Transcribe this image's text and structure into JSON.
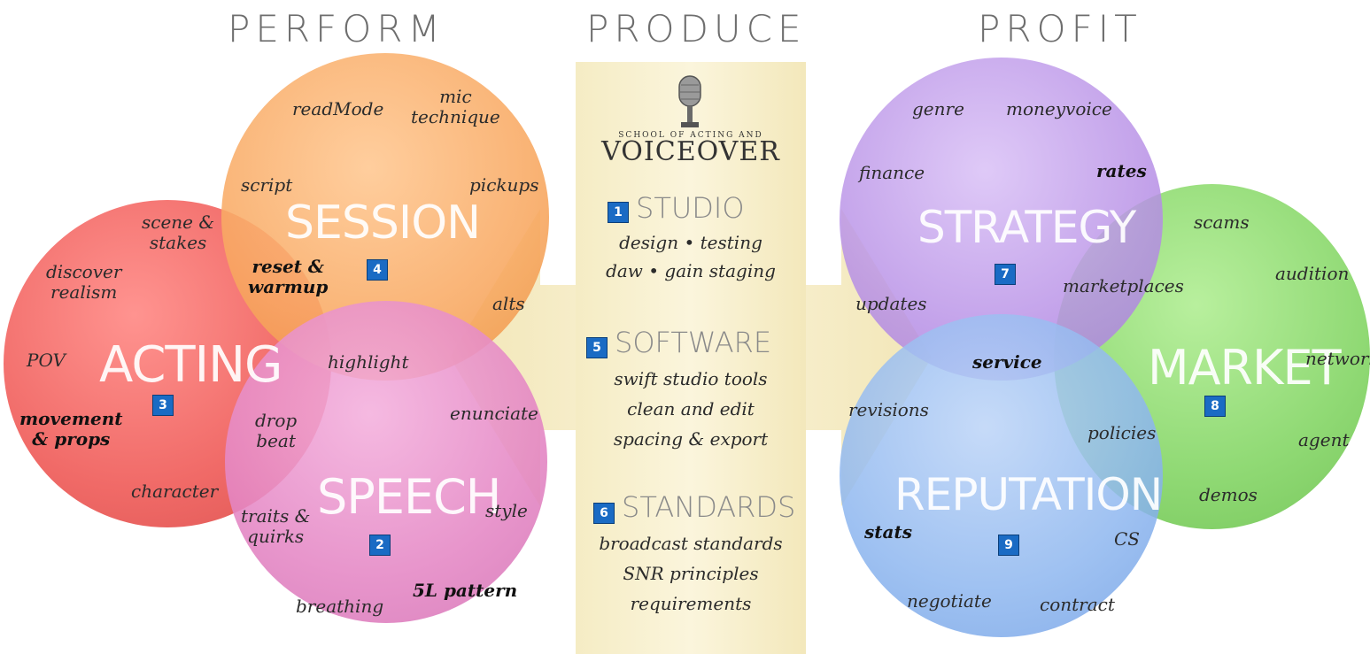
{
  "headers": {
    "perform": "PERFORM",
    "produce": "PRODUCE",
    "profit": "PROFIT"
  },
  "logo": {
    "small": "SCHOOL OF ACTING AND",
    "big": "VOICEOVER"
  },
  "circles": {
    "session": {
      "title": "SESSION",
      "number": "4",
      "color": "#f7a860"
    },
    "acting": {
      "title": "ACTING",
      "number": "3",
      "color": "#f0605d"
    },
    "speech": {
      "title": "SPEECH",
      "number": "2",
      "color": "#e487c4"
    },
    "strategy": {
      "title": "STRATEGY",
      "number": "7",
      "color": "#b891e6"
    },
    "market": {
      "title": "MARKET",
      "number": "8",
      "color": "#86d668"
    },
    "reputation": {
      "title": "REPUTATION",
      "number": "9",
      "color": "#8db6ef"
    }
  },
  "words": {
    "readmode": "readMode",
    "mic": "mic\ntechnique",
    "script": "script",
    "pickups": "pickups",
    "scene": "scene &\nstakes",
    "discover": "discover\nrealism",
    "reset": "reset &\nwarmup",
    "alts": "alts",
    "pov": "POV",
    "movement": "movement\n& props",
    "character": "character",
    "highlight": "highlight",
    "dropbeat": "drop\nbeat",
    "enunciate": "enunciate",
    "traits": "traits &\nquirks",
    "style": "style",
    "breathing": "breathing",
    "fivel": "5L pattern",
    "genre": "genre",
    "moneyvoice": "moneyvoice",
    "finance": "finance",
    "rates": "rates",
    "scams": "scams",
    "audition": "audition",
    "marketplaces": "marketplaces",
    "updates": "updates",
    "service": "service",
    "network": "network",
    "revisions": "revisions",
    "policies": "policies",
    "agent": "agent",
    "stats": "stats",
    "cs": "CS",
    "demos": "demos",
    "negotiate": "negotiate",
    "contract": "contract"
  },
  "sections": [
    {
      "number": "1",
      "title": "STUDIO",
      "lines": [
        "design • testing",
        "daw • gain staging"
      ]
    },
    {
      "number": "5",
      "title": "SOFTWARE",
      "lines": [
        "swift studio tools",
        "clean and edit",
        "spacing & export"
      ]
    },
    {
      "number": "6",
      "title": "STANDARDS",
      "lines": [
        "broadcast standards",
        "SNR principles",
        "requirements"
      ]
    }
  ]
}
